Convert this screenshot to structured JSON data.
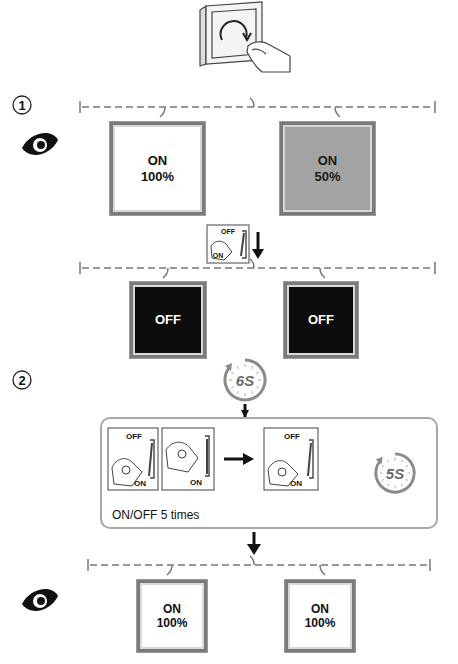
{
  "diagram": {
    "nodes": [
      {
        "text": [
          "ON 100%"
        ]
      },
      {
        "text": [
          "ON 50%"
        ]
      },
      {
        "text": [
          "OFF"
        ]
      },
      {
        "text": [
          "OFF"
        ]
      },
      {
        "text": [
          "6S"
        ]
      },
      {
        "text": [
          "ON/OFF 5 times"
        ]
      },
      {
        "text": [
          "5S"
        ],
        "in": 5
      },
      {
        "text": [
          "ON 100%"
        ]
      },
      {
        "text": [
          "ON 100%"
        ]
      }
    ],
    "edges": [
      {
        "from": 4,
        "to": 5,
        "arrow": "to"
      }
    ],
    "labels": [
      "1",
      "OFF",
      "ON",
      "2",
      "OFF",
      "ON",
      "ON",
      "OFF",
      "ON"
    ]
  }
}
